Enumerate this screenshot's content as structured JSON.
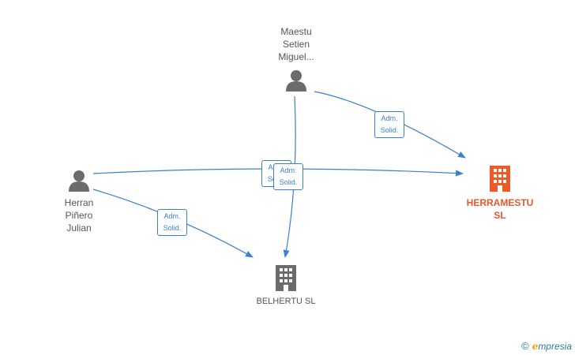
{
  "nodes": {
    "maestu": {
      "lines": [
        "Maestu",
        "Setien",
        "Miguel..."
      ],
      "icon": "person-icon",
      "color": "#6b6b6b"
    },
    "herran": {
      "lines": [
        "Herran",
        "Piñero",
        "Julian"
      ],
      "icon": "person-icon",
      "color": "#6b6b6b"
    },
    "herramestu": {
      "lines": [
        "HERRAMESTU",
        "SL"
      ],
      "icon": "building-icon",
      "color": "#f05a28"
    },
    "belhertu": {
      "lines": [
        "BELHERTU SL"
      ],
      "icon": "building-icon",
      "color": "#6b6b6b"
    }
  },
  "edge_labels": {
    "a": {
      "line1": "Adm.",
      "line2": "Solid."
    },
    "b": {
      "line1": "Adm.",
      "line2": "Solid."
    },
    "c": {
      "line1": "Adm.",
      "line2": "Solid."
    },
    "d": {
      "line1": "Adm.",
      "line2": "Solid."
    }
  },
  "edge_color": "#3b7fd1",
  "footer": {
    "symbol": "©",
    "brand_initial": "e",
    "brand_rest": "mpresia"
  }
}
